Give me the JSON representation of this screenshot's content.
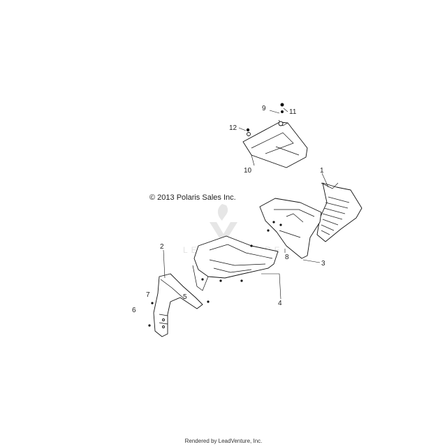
{
  "copyright": "© 2013 Polaris Sales Inc.",
  "footer": "Rendered by LeadVenture, Inc.",
  "watermark": "LEADVENTURE",
  "callouts": [
    "1",
    "2",
    "3",
    "4",
    "5",
    "6",
    "7",
    "8",
    "9",
    "10",
    "11",
    "12"
  ]
}
